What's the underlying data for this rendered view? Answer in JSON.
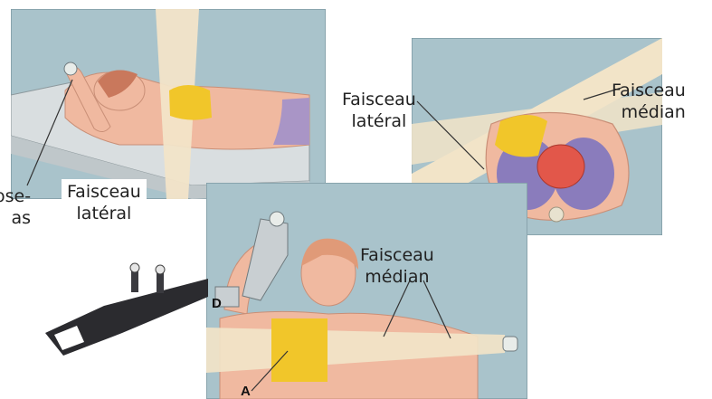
{
  "labels": {
    "top_left_lateral_beam": [
      "Faisceau",
      "latéral"
    ],
    "top_left_cut_text": [
      "ose-",
      "as"
    ],
    "cross_section_lateral_beam": [
      "Faisceau",
      "latéral"
    ],
    "cross_section_medial_beam": [
      "Faisceau",
      "médian"
    ],
    "front_view_medial_beam": [
      "Faisceau",
      "médian"
    ],
    "front_view_letter_d": "D",
    "front_view_letter_a": "A"
  },
  "colors": {
    "panel_background": "#a9c3cb",
    "beam": "#f2e4c8",
    "skin": "#f0b9a0",
    "breast_target": "#f1c62a",
    "lung": "#8a7cbc",
    "heart": "#e2574a",
    "board": "#d9dee0",
    "device": "#2b2b2f"
  }
}
